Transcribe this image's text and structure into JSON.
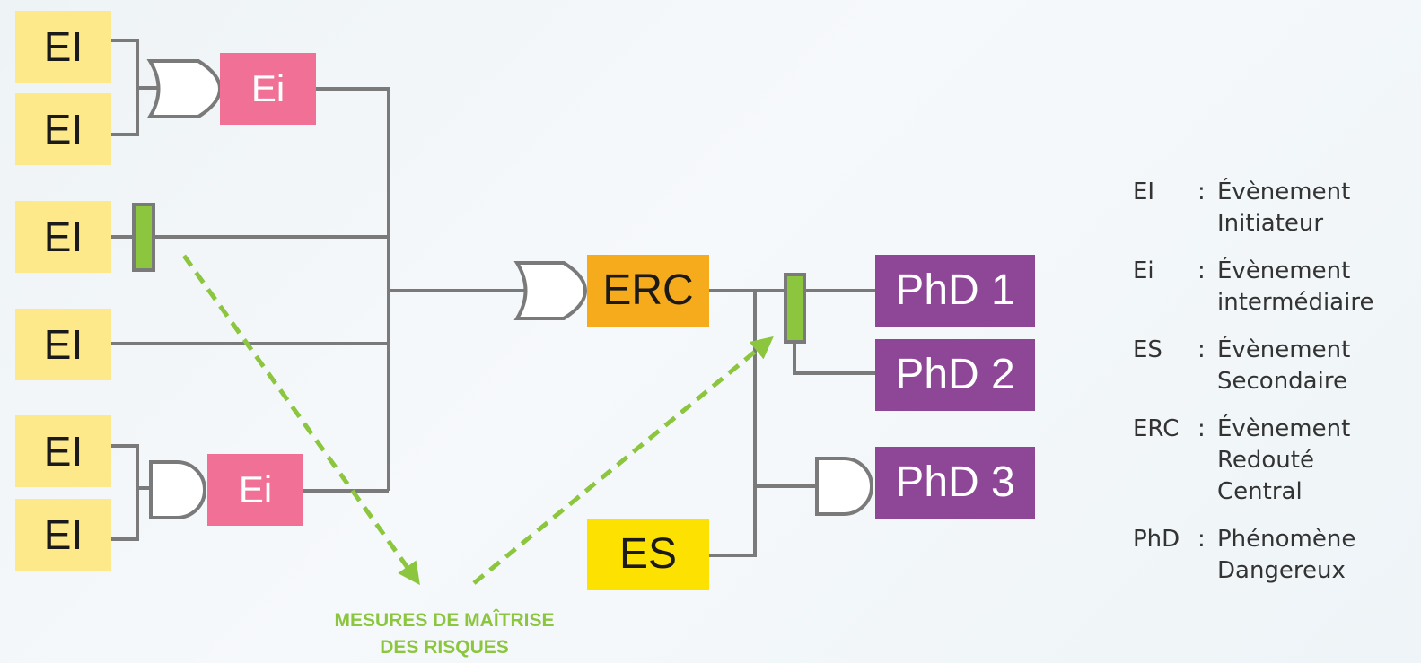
{
  "diagram": {
    "initiating_events": [
      "EI",
      "EI",
      "EI",
      "EI",
      "EI",
      "EI"
    ],
    "intermediate_events": [
      "Ei",
      "Ei"
    ],
    "central_event": "ERC",
    "secondary_event": "ES",
    "dangerous_phenomena": [
      "PhD 1",
      "PhD 2",
      "PhD 3"
    ],
    "caption": [
      "MESURES DE MAÎTRISE",
      "DES RISQUES"
    ]
  },
  "legend": [
    {
      "abbr": "EI",
      "sep": ":",
      "def": [
        "Évènement",
        "Initiateur"
      ]
    },
    {
      "abbr": "Ei",
      "sep": ":",
      "def": [
        "Évènement",
        "intermédiaire"
      ]
    },
    {
      "abbr": "ES",
      "sep": ":",
      "def": [
        "Évènement",
        "Secondaire"
      ]
    },
    {
      "abbr": "ERC",
      "sep": ":",
      "def": [
        "Évènement",
        "Redouté",
        "Central"
      ]
    },
    {
      "abbr": "PhD",
      "sep": ":",
      "def": [
        "Phénomène",
        "Dangereux"
      ]
    }
  ],
  "colors": {
    "line": "#7a7a7a",
    "initiating": "#fde98a",
    "intermediate": "#f07096",
    "central": "#f6ab1c",
    "secondary": "#fde100",
    "phenomenon": "#8e4797",
    "barrier": "#8cc63f"
  }
}
